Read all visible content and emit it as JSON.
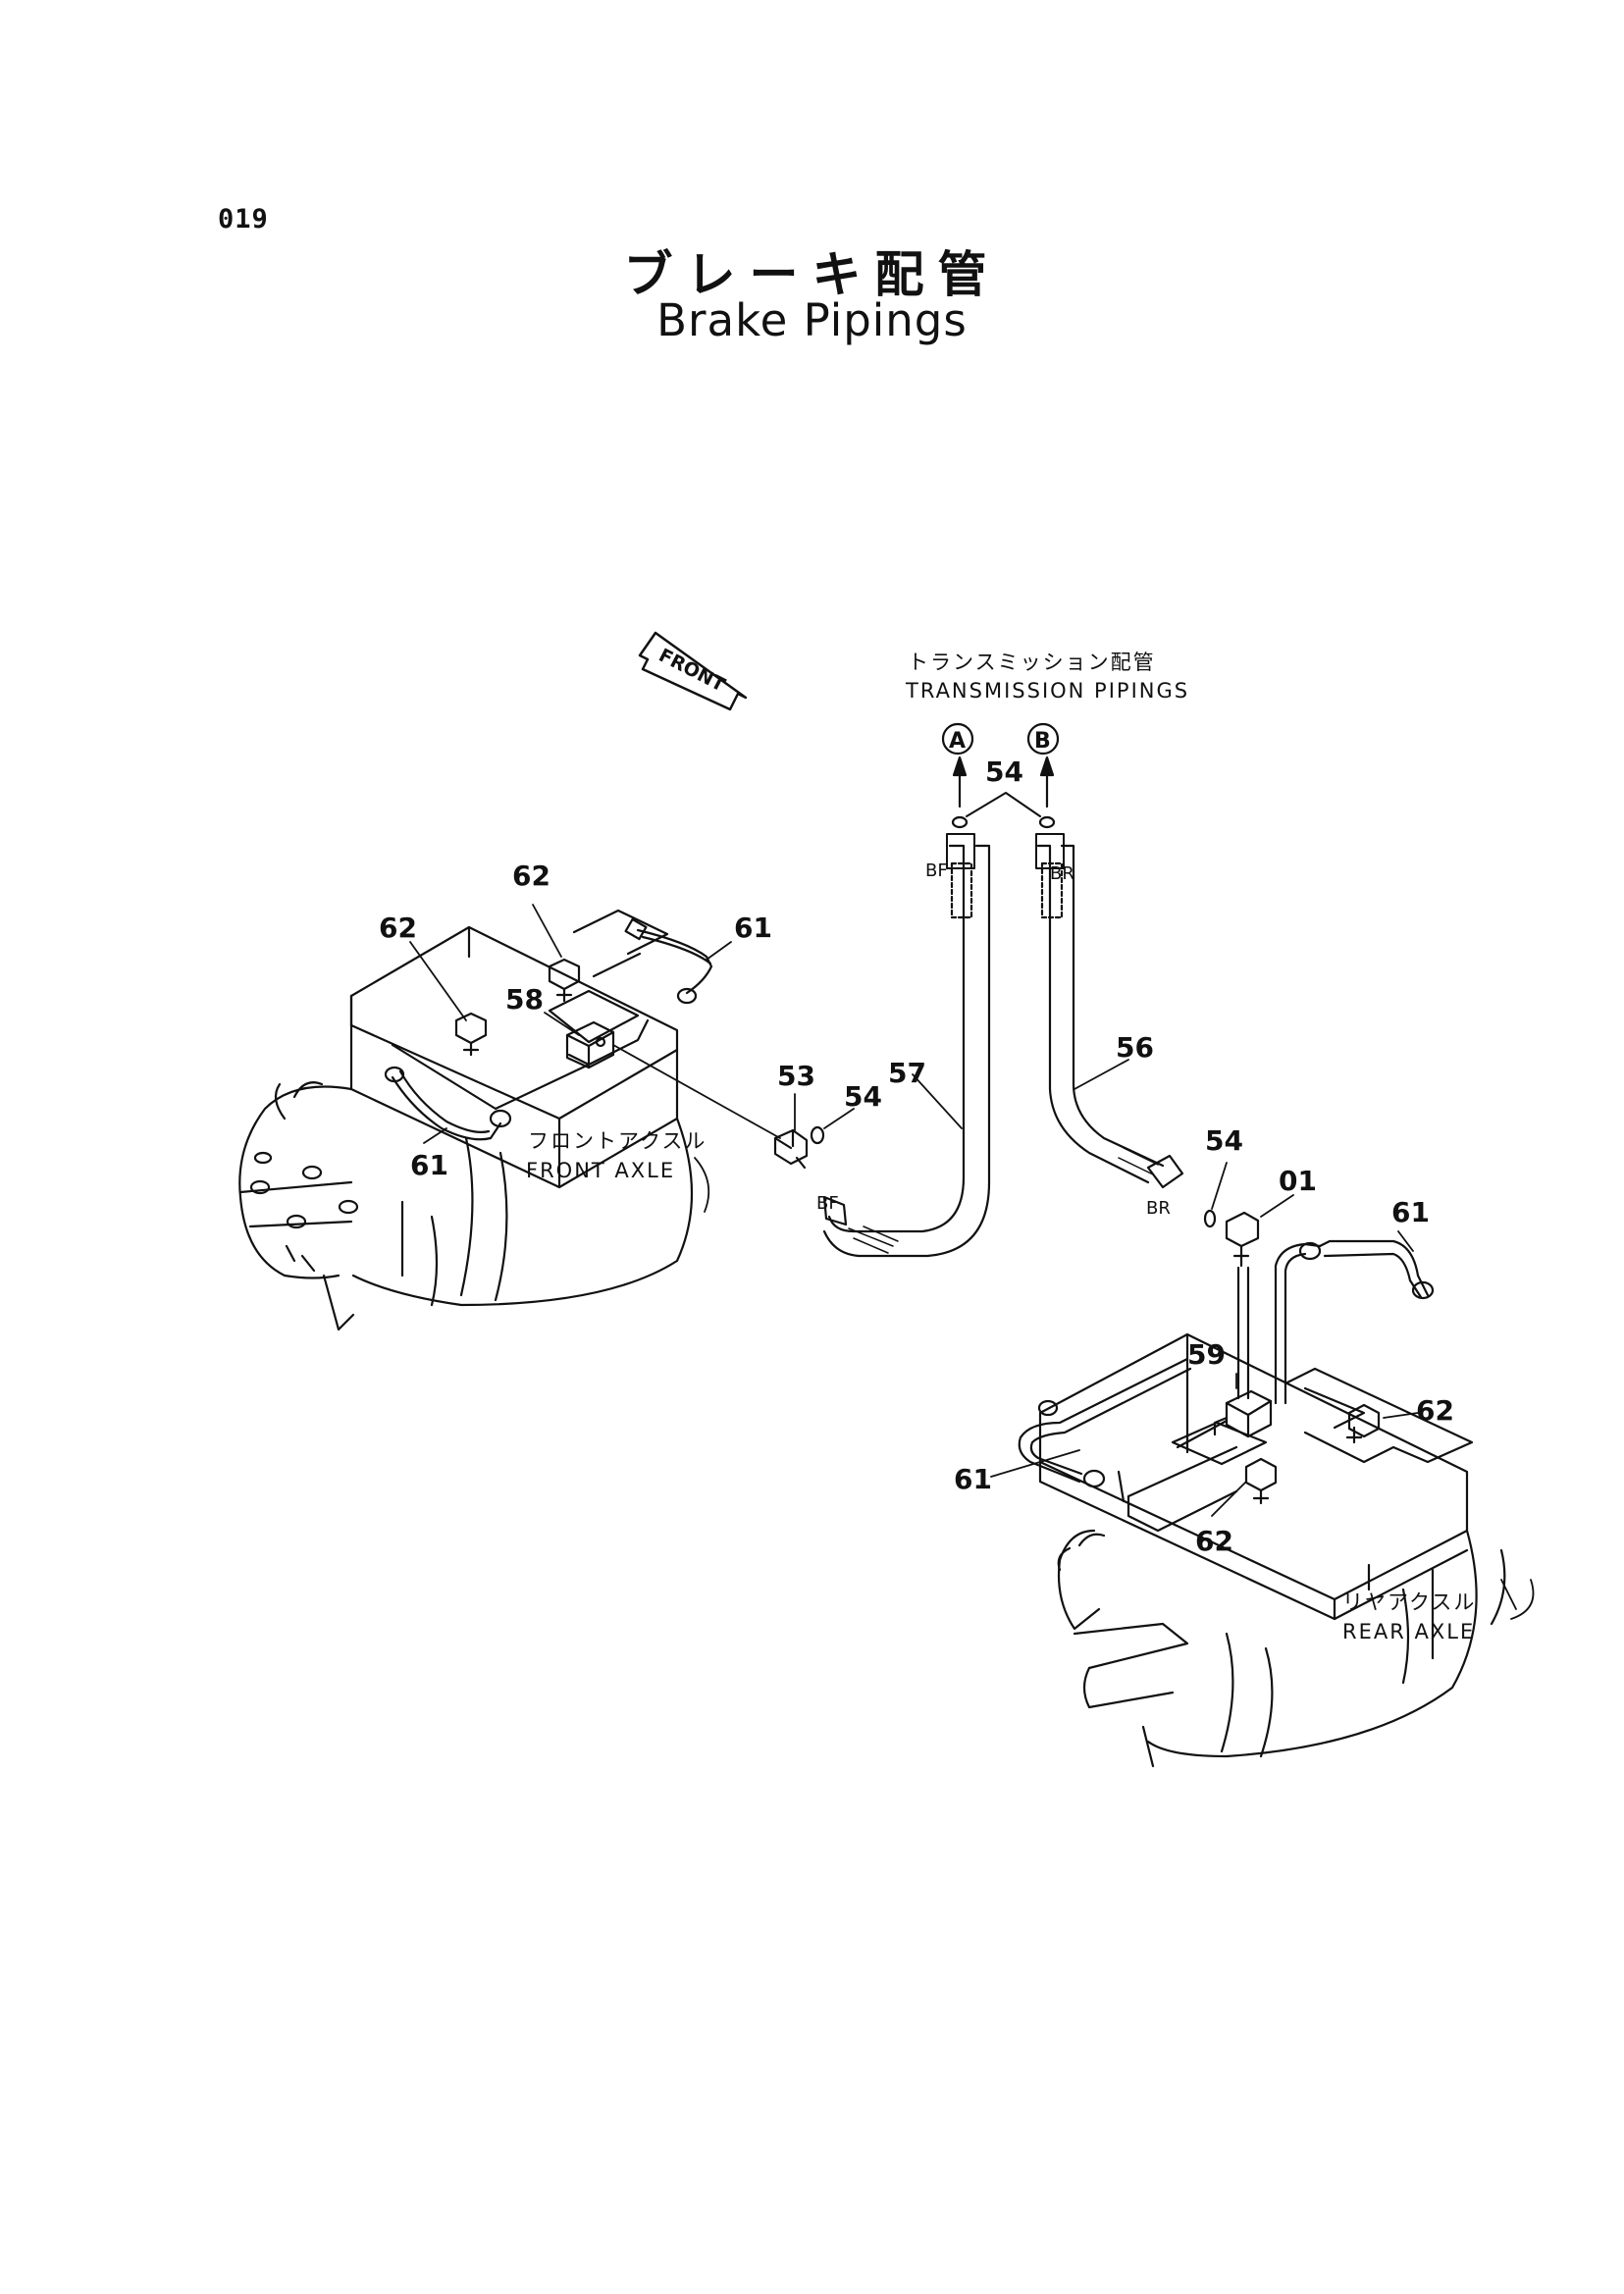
{
  "page_number": "019",
  "title_jp": "ブレーキ配管",
  "title_en": "Brake Pipings",
  "front_arrow": "FRONT",
  "transmission": {
    "jp": "トランスミッション配管",
    "en": "TRANSMISSION PIPINGS"
  },
  "ports": {
    "a": "A",
    "b": "B"
  },
  "axles": {
    "front_jp": "フロントアクスル",
    "front_en": "FRONT AXLE",
    "rear_jp": "リヤアクスル",
    "rear_en": "REAR AXLE"
  },
  "hose_marks": {
    "bf": "BF",
    "br": "BR"
  },
  "callouts": {
    "n54": "54",
    "n53": "53",
    "n57": "57",
    "n56": "56",
    "n58": "58",
    "n59": "59",
    "n61": "61",
    "n62": "62",
    "n01": "01"
  }
}
